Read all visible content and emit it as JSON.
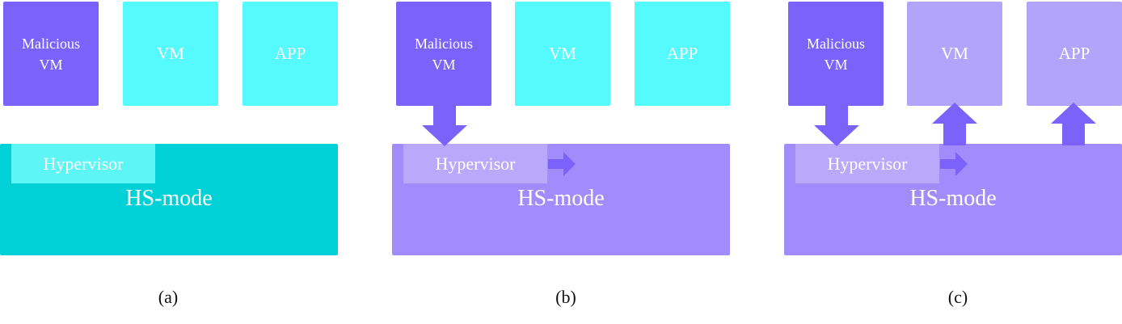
{
  "colors": {
    "malicious": "#7b62fb",
    "cyan": "#55fbfc",
    "teal": "#00d1d6",
    "hs_purple": "#a08cfa",
    "hyp_light_cyan": "#5ef6f4",
    "hyp_light_purple": "#b8a9fb",
    "faded_purple": "#b2a4fb",
    "arrow": "#7b62fb"
  },
  "panels": [
    {
      "id": "a",
      "malicious_line1": "Malicious",
      "malicious_line2": "VM",
      "vm": "VM",
      "app": "APP",
      "hypervisor": "Hypervisor",
      "hs_mode": "HS-mode",
      "caption": "(a)"
    },
    {
      "id": "b",
      "malicious_line1": "Malicious",
      "malicious_line2": "VM",
      "vm": "VM",
      "app": "APP",
      "hypervisor": "Hypervisor",
      "hs_mode": "HS-mode",
      "caption": "(b)"
    },
    {
      "id": "c",
      "malicious_line1": "Malicious",
      "malicious_line2": "VM",
      "vm": "VM",
      "app": "APP",
      "hypervisor": "Hypervisor",
      "hs_mode": "HS-mode",
      "caption": "(c)"
    }
  ]
}
